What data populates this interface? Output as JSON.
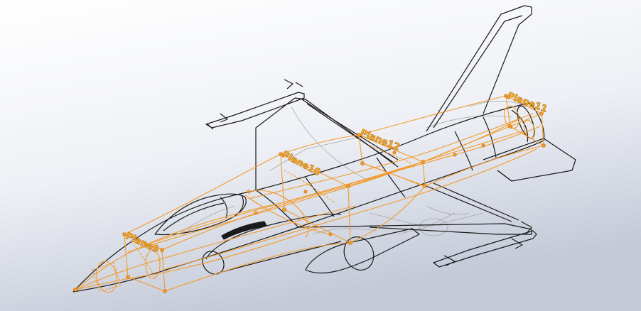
{
  "viewport": {
    "background_top": "#ffffff",
    "background_bottom": "#c9cedb",
    "line_color": "#1a1a1a",
    "hidden_line_color": "#9a9a9a",
    "sketch_color": "#f39a2b",
    "sketch_dark": "#c86a00",
    "reference_planes": [
      {
        "label": "Plane9"
      },
      {
        "label": "Plane10"
      },
      {
        "label": "Plane12"
      },
      {
        "label": "Plane11"
      }
    ]
  }
}
